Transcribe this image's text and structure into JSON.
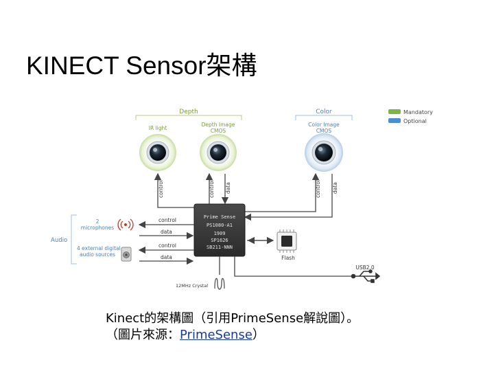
{
  "slide": {
    "title": "KINECT Sensor架構"
  },
  "legend": {
    "items": [
      {
        "label": "Mandatory",
        "color": "#7ab648"
      },
      {
        "label": "Optional",
        "color": "#4a8fd1"
      }
    ]
  },
  "diagram": {
    "groups": {
      "depth": "Depth",
      "color": "Color",
      "audio": "Audio"
    },
    "sensors": {
      "ir_light": "IR light",
      "depth_image_line1": "Depth Image",
      "depth_image_line2": "CMOS",
      "color_image_line1": "Color Image",
      "color_image_line2": "CMOS"
    },
    "signals": {
      "control": "control",
      "data": "data"
    },
    "chip": {
      "lines": [
        "Prime Sense",
        "PS1080-A1",
        "1909",
        "SP1626",
        "SB211-NNN"
      ]
    },
    "audio": {
      "mics_line1": "2",
      "mics_line2": "microphones",
      "ext_line1": "4 external digital",
      "ext_line2": "audio sources"
    },
    "flash": "Flash",
    "usb": "USB2.0",
    "crystal": "12MHz Crystal"
  },
  "caption": {
    "line1": "Kinect的架構圖（引用PrimeSense解說圖）。",
    "line2_prefix": "（圖片來源：",
    "link_text": "PrimeSense",
    "line2_suffix": "）"
  }
}
